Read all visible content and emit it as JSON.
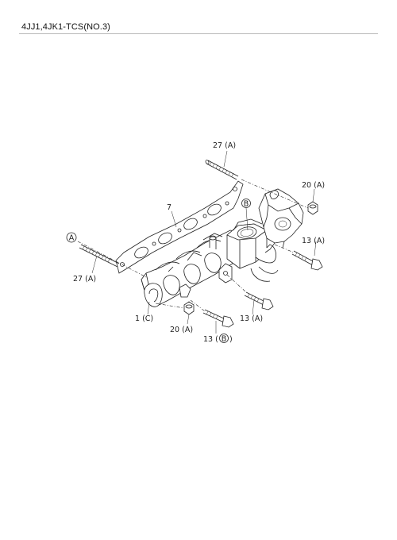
{
  "header": {
    "title": "4JJ1,4JK1-TCS(NO.3)"
  },
  "callouts": {
    "stud_top": "27 (A)",
    "nut_top": "20 (A)",
    "gasket": "7",
    "ref_b": "B",
    "ref_a": "A",
    "stud_left": "27 (A)",
    "bolt_right": "13 (A)",
    "manifold": "1 (C)",
    "bolt_center": "13 (A)",
    "nut_bottom": "20 (A)",
    "bolt_bottom_prefix": "13 (",
    "bolt_bottom_ref": "B",
    "bolt_bottom_suffix": ")"
  }
}
